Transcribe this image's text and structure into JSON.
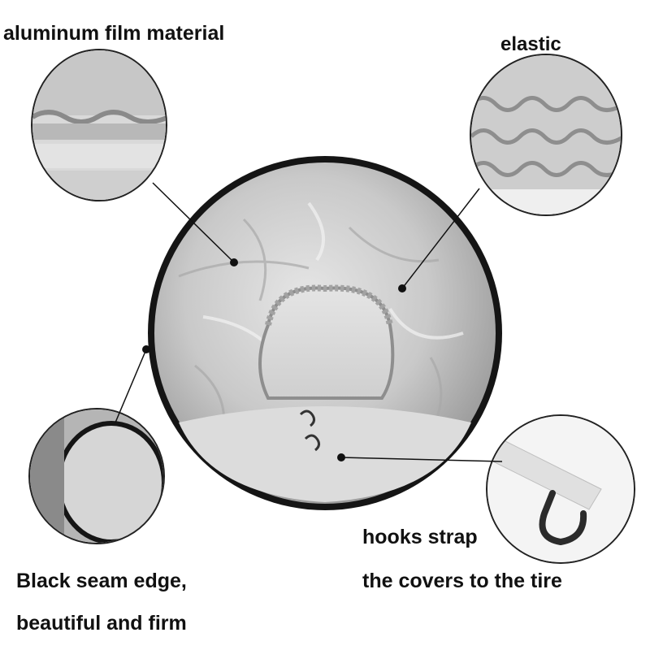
{
  "callouts": {
    "aluminum": "aluminum film material",
    "elastic": "elastic",
    "seam_line1": "Black seam edge,",
    "seam_line2": "beautiful and firm",
    "hooks_line1": "hooks strap",
    "hooks_line2": "the covers to the tire"
  },
  "icons": [
    "tire-cover",
    "elastic-detail",
    "seam-detail",
    "hook-detail"
  ],
  "colors": {
    "silver": "#c8c8c8",
    "seam": "#151515",
    "text": "#111111"
  }
}
